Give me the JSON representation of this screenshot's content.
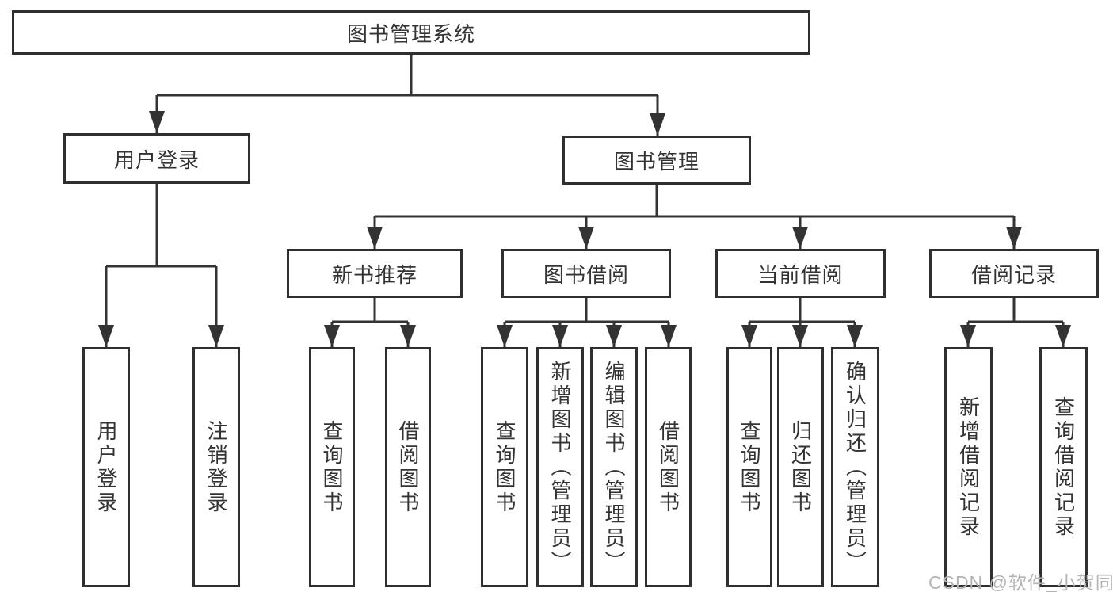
{
  "tree": {
    "root": {
      "label": "图书管理系统"
    },
    "branches": [
      {
        "label": "用户登录",
        "children": [
          {
            "label": "用户登录"
          },
          {
            "label": "注销登录"
          }
        ]
      },
      {
        "label": "图书管理",
        "children": [
          {
            "label": "新书推荐",
            "children": [
              {
                "label": "查询图书"
              },
              {
                "label": "借阅图书"
              }
            ]
          },
          {
            "label": "图书借阅",
            "children": [
              {
                "label": "查询图书"
              },
              {
                "label": "新增图书（管理员）"
              },
              {
                "label": "编辑图书（管理员）"
              },
              {
                "label": "借阅图书"
              }
            ]
          },
          {
            "label": "当前借阅",
            "children": [
              {
                "label": "查询图书"
              },
              {
                "label": "归还图书"
              },
              {
                "label": "确认归还（管理员）"
              }
            ]
          },
          {
            "label": "借阅记录",
            "children": [
              {
                "label": "新增借阅记录"
              },
              {
                "label": "查询借阅记录"
              }
            ]
          }
        ]
      }
    ]
  },
  "watermark": {
    "text": "CSDN @软件_小贺同学"
  },
  "colors": {
    "line": "#333333",
    "border": "#2f2f2f",
    "text": "#333333",
    "background": "#ffffff",
    "watermark": "#b3b3b3"
  }
}
